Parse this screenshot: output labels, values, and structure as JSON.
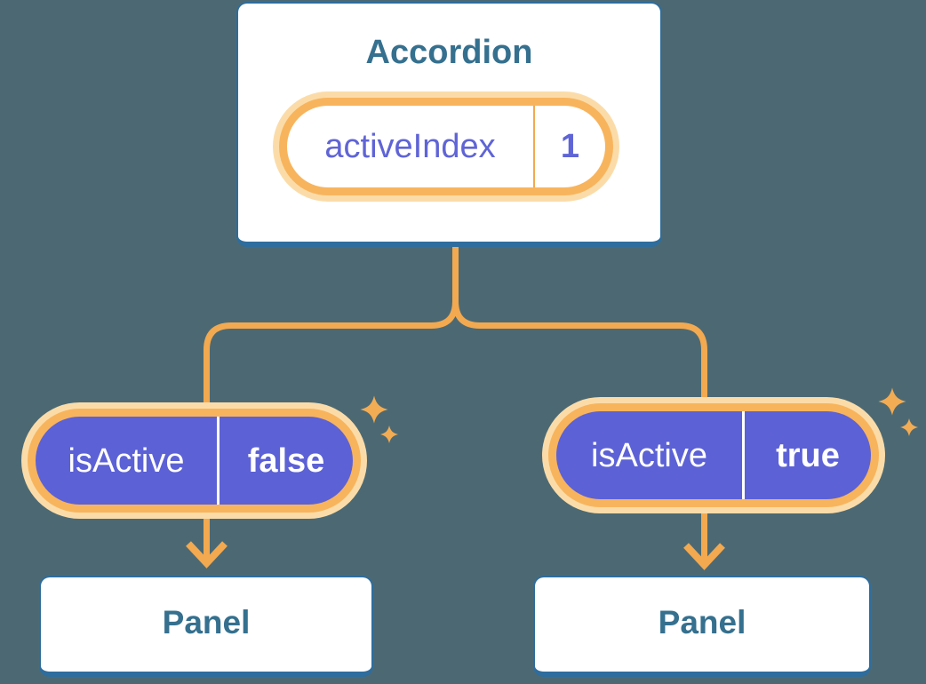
{
  "diagram": {
    "root": {
      "title": "Accordion",
      "state": {
        "label": "activeIndex",
        "value": "1"
      }
    },
    "children": [
      {
        "state": {
          "label": "isActive",
          "value": "false"
        },
        "panel": "Panel"
      },
      {
        "state": {
          "label": "isActive",
          "value": "true"
        },
        "panel": "Panel"
      }
    ],
    "colors": {
      "background": "#4C6973",
      "card_border": "#2E6D9D",
      "heading_text": "#35708F",
      "state_purple": "#5C61D6",
      "state_text_purple": "#5F64D6",
      "accent_orange": "#F2A950",
      "pill_ring_orange": "#F8B45C",
      "glow_peach": "#FBDCA9",
      "sparkle": "#F2AC54"
    }
  }
}
